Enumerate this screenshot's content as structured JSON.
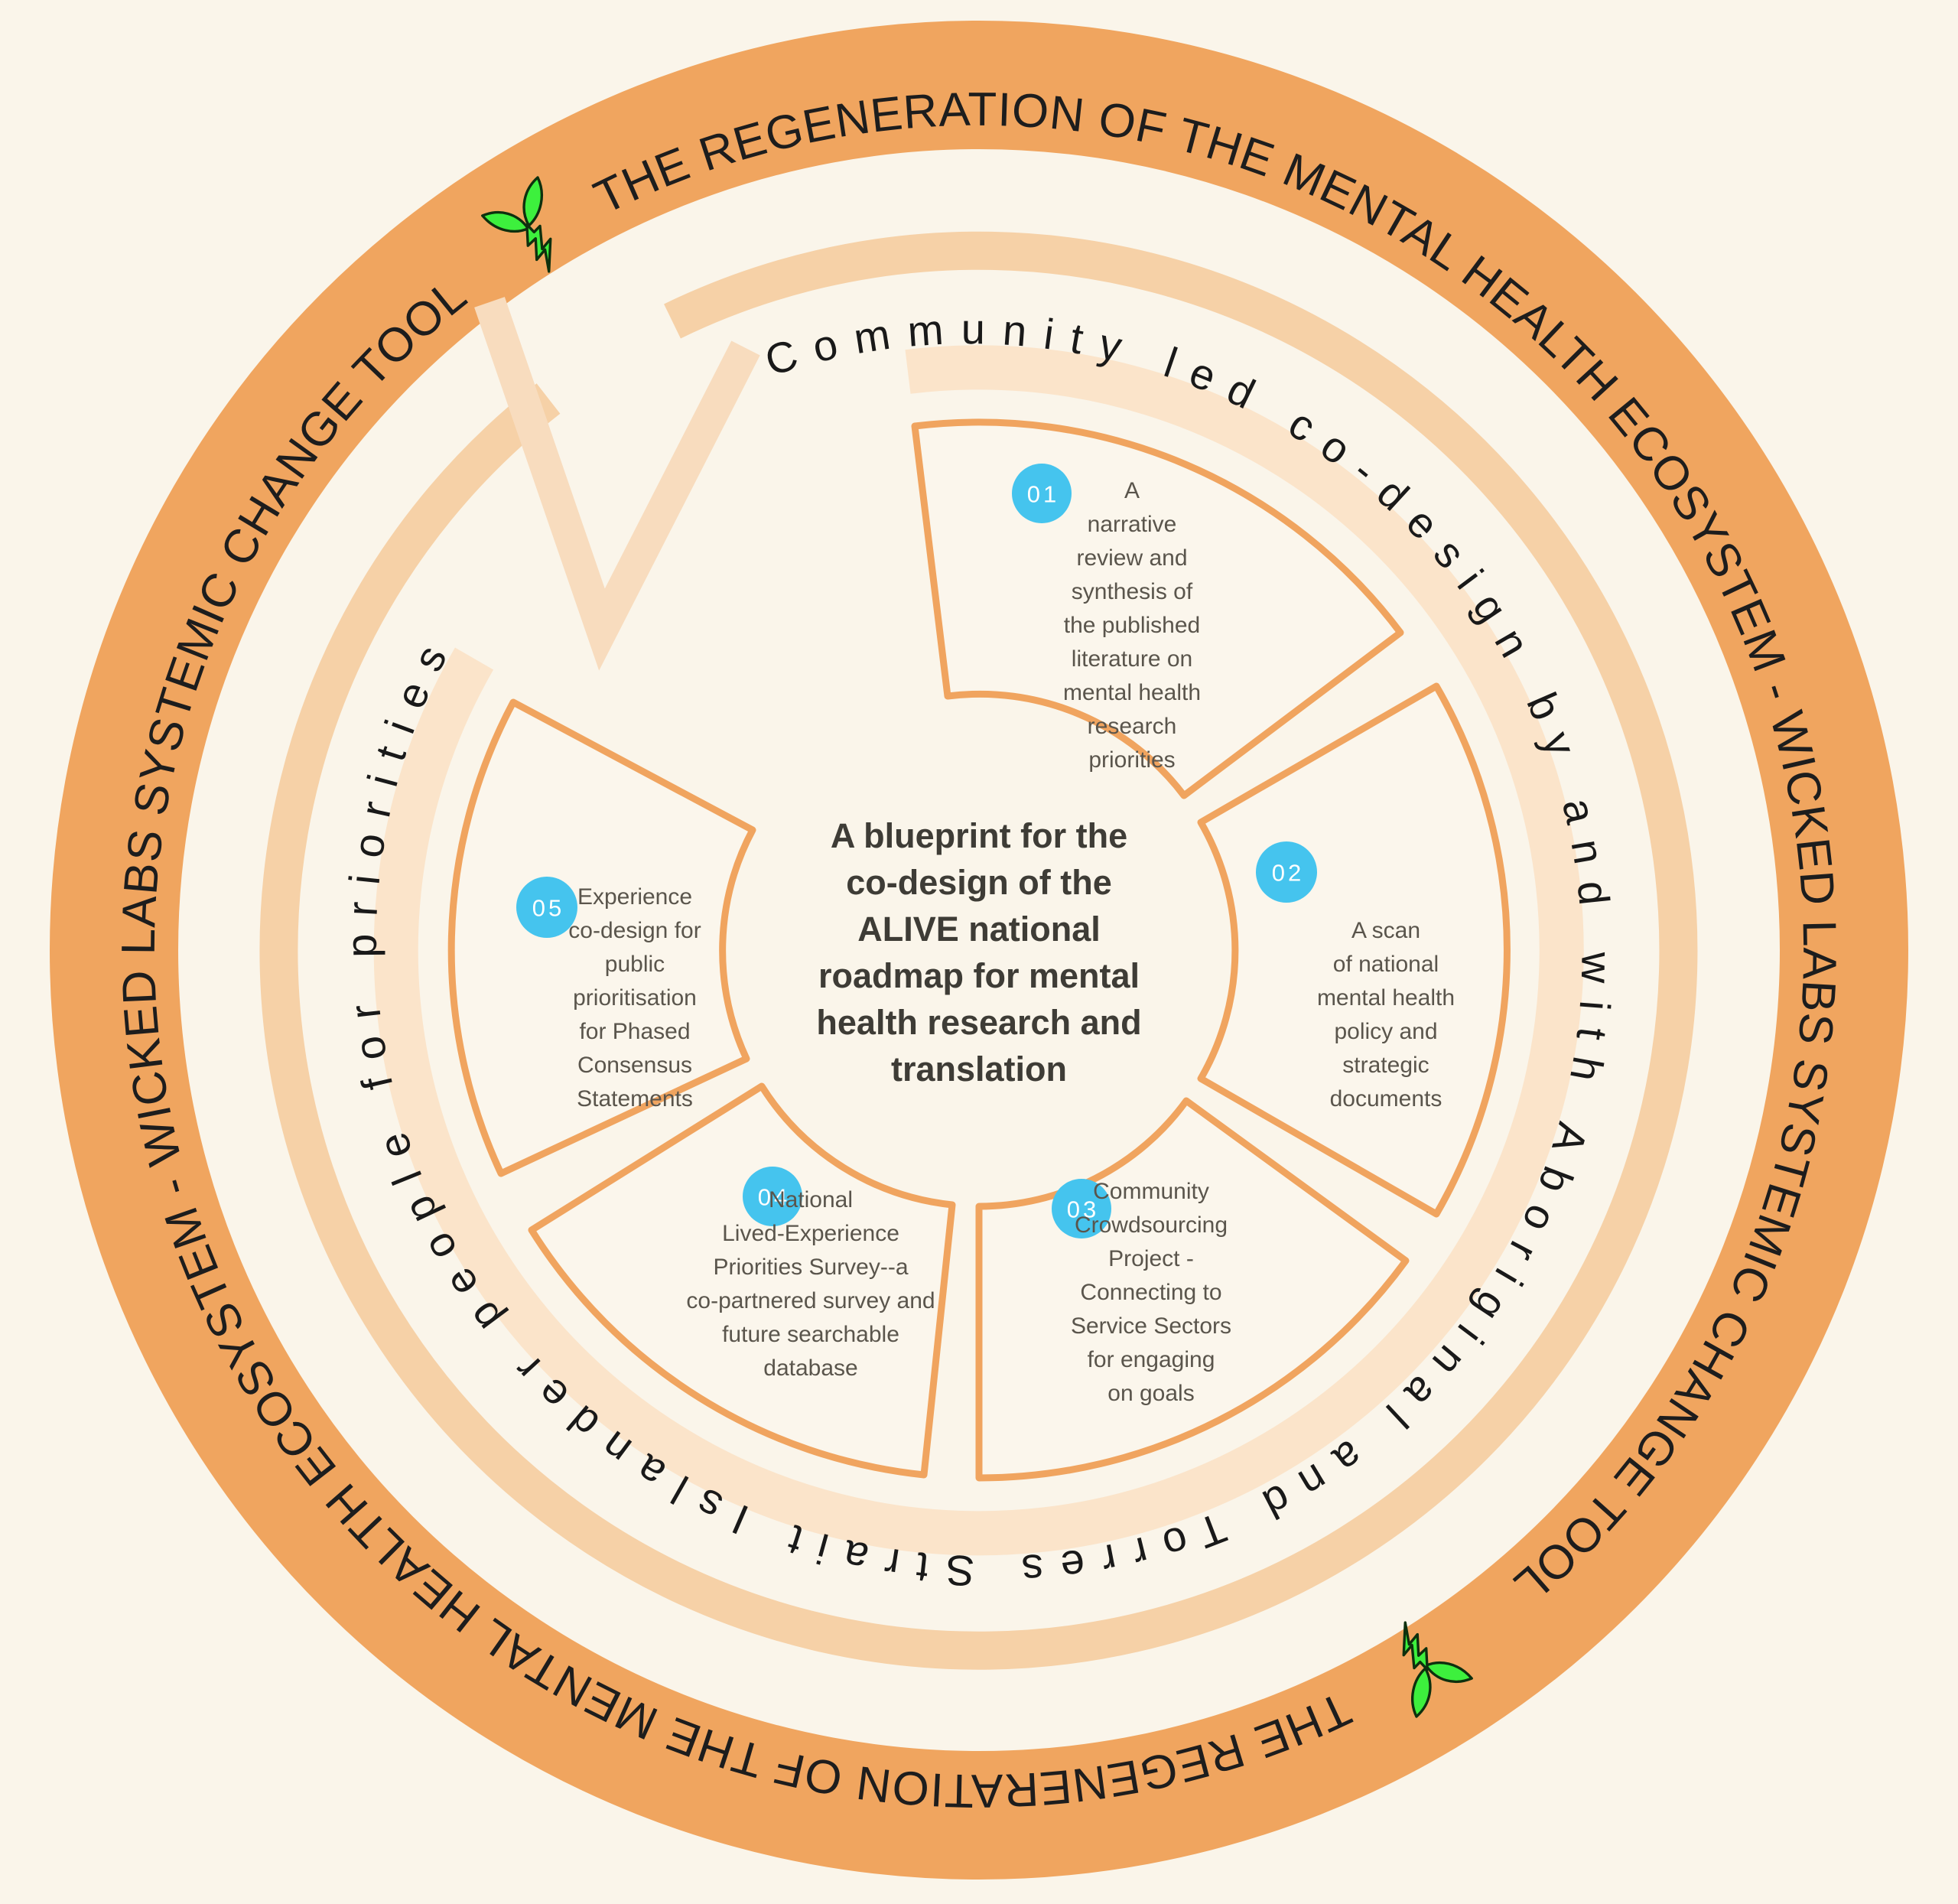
{
  "colors": {
    "background": "#faf5ea",
    "outer_ring": "#f0a55f",
    "outer_light_arc": "#f6d1a7",
    "inner_pale_arc": "#fbe4ca",
    "branch_spokes": "#f8dcbe",
    "wedge_outline": "#f0a45f",
    "segment_badge_blue": "#45c4ee",
    "ring_text": "#1d1d1d",
    "wedge_text": "#5a554c",
    "sprout_green": "#3df03d"
  },
  "outer_ring": {
    "text_repeated": "THE REGENERATION OF THE MENTAL HEALTH ECOSYSTEM - WICKED LABS SYSTEMIC CHANGE TOOL"
  },
  "inner_arc_text": "Community led co-design by and with Aboriginal and Torres Strait Islander people for priorities",
  "icons": {
    "sprout": "sprout-with-lightning-stem"
  },
  "center": {
    "title": "A blueprint for the\nco-design of the\nALIVE national\nroadmap for mental\nhealth research and\ntranslation"
  },
  "segments": [
    {
      "number": "01",
      "text": "A\nnarrative\nreview and\nsynthesis of\nthe published\nliterature on\nmental health\nresearch\npriorities"
    },
    {
      "number": "02",
      "text": "A scan\nof national\nmental health\npolicy and\nstrategic\ndocuments"
    },
    {
      "number": "03",
      "text": "Community\nCrowdsourcing\nProject -\nConnecting to\nService Sectors\nfor engaging\non goals"
    },
    {
      "number": "04",
      "text": "National\nLived-Experience\nPriorities Survey--a\nco-partnered survey and\nfuture searchable\ndatabase"
    },
    {
      "number": "05",
      "text": "Experience\nco-design for\npublic\nprioritisation\nfor Phased\nConsensus\nStatements"
    }
  ]
}
